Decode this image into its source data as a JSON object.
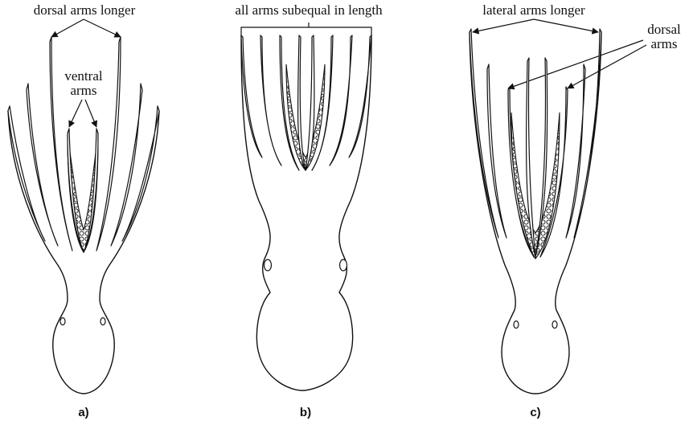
{
  "panels": [
    {
      "caption": "a)",
      "labels": {
        "top": "dorsal arms longer",
        "inner_line1": "ventral",
        "inner_line2": "arms"
      }
    },
    {
      "caption": "b)",
      "labels": {
        "top": "all arms subequal in length"
      }
    },
    {
      "caption": "c)",
      "labels": {
        "top": "lateral arms longer",
        "side_line1": "dorsal",
        "side_line2": "arms"
      }
    }
  ],
  "colors": {
    "ink": "#111111",
    "background": "#ffffff"
  }
}
